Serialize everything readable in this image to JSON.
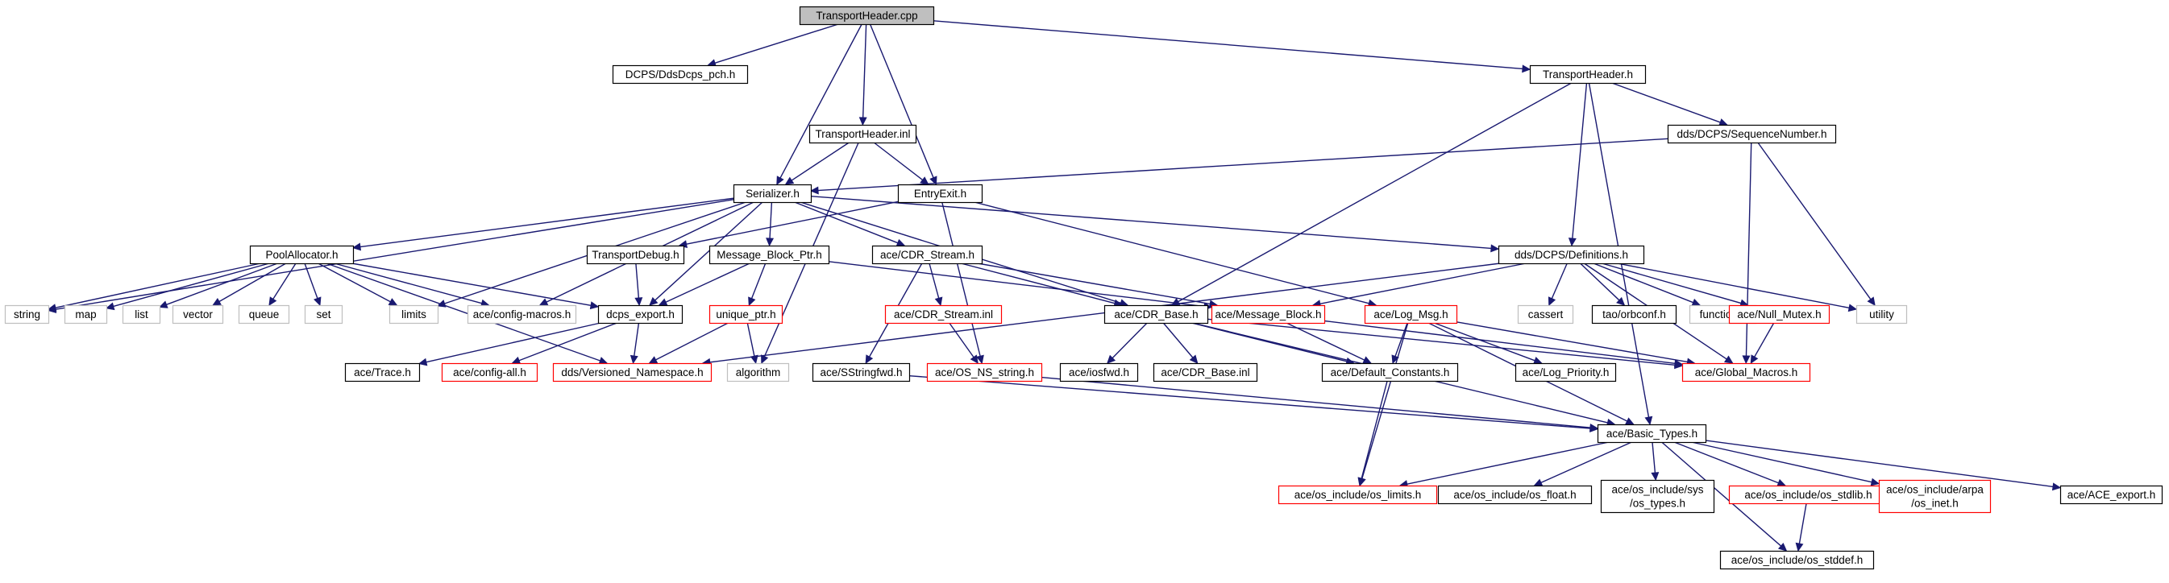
{
  "colors": {
    "edge": "#191970",
    "root_fill": "#bfbfbf",
    "border_normal": "#000000",
    "border_truncated": "#ff0000",
    "border_external": "#bfbfbf",
    "text": "#000000"
  },
  "nodes": [
    {
      "id": "transportheader_cpp",
      "kind": "root",
      "lines": [
        "TransportHeader.cpp"
      ]
    },
    {
      "id": "ddsdcps_pch",
      "kind": "normal",
      "lines": [
        "DCPS/DdsDcps_pch.h"
      ]
    },
    {
      "id": "transportheader_h",
      "kind": "normal",
      "lines": [
        "TransportHeader.h"
      ]
    },
    {
      "id": "transportheader_inl",
      "kind": "normal",
      "lines": [
        "TransportHeader.inl"
      ]
    },
    {
      "id": "sequencenumber_h",
      "kind": "normal",
      "lines": [
        "dds/DCPS/SequenceNumber.h"
      ]
    },
    {
      "id": "serializer_h",
      "kind": "normal",
      "lines": [
        "Serializer.h"
      ]
    },
    {
      "id": "entryexit_h",
      "kind": "normal",
      "lines": [
        "EntryExit.h"
      ]
    },
    {
      "id": "poolallocator_h",
      "kind": "normal",
      "lines": [
        "PoolAllocator.h"
      ]
    },
    {
      "id": "transportdebug_h",
      "kind": "normal",
      "lines": [
        "TransportDebug.h"
      ]
    },
    {
      "id": "message_block_ptr_h",
      "kind": "normal",
      "lines": [
        "Message_Block_Ptr.h"
      ]
    },
    {
      "id": "cdr_stream_h",
      "kind": "normal",
      "lines": [
        "ace/CDR_Stream.h"
      ]
    },
    {
      "id": "definitions_h",
      "kind": "normal",
      "lines": [
        "dds/DCPS/Definitions.h"
      ]
    },
    {
      "id": "string",
      "kind": "external",
      "lines": [
        "string"
      ]
    },
    {
      "id": "map",
      "kind": "external",
      "lines": [
        "map"
      ]
    },
    {
      "id": "list",
      "kind": "external",
      "lines": [
        "list"
      ]
    },
    {
      "id": "vector",
      "kind": "external",
      "lines": [
        "vector"
      ]
    },
    {
      "id": "queue",
      "kind": "external",
      "lines": [
        "queue"
      ]
    },
    {
      "id": "set",
      "kind": "external",
      "lines": [
        "set"
      ]
    },
    {
      "id": "limits",
      "kind": "external",
      "lines": [
        "limits"
      ]
    },
    {
      "id": "config_macros_h",
      "kind": "external",
      "lines": [
        "ace/config-macros.h"
      ]
    },
    {
      "id": "dcps_export_h",
      "kind": "normal",
      "lines": [
        "dcps_export.h"
      ]
    },
    {
      "id": "unique_ptr_h",
      "kind": "truncated",
      "lines": [
        "unique_ptr.h"
      ]
    },
    {
      "id": "cdr_stream_inl",
      "kind": "truncated",
      "lines": [
        "ace/CDR_Stream.inl"
      ]
    },
    {
      "id": "cdr_base_h",
      "kind": "normal",
      "lines": [
        "ace/CDR_Base.h"
      ]
    },
    {
      "id": "message_block_h",
      "kind": "truncated",
      "lines": [
        "ace/Message_Block.h"
      ]
    },
    {
      "id": "log_msg_h",
      "kind": "truncated",
      "lines": [
        "ace/Log_Msg.h"
      ]
    },
    {
      "id": "cassert",
      "kind": "external",
      "lines": [
        "cassert"
      ]
    },
    {
      "id": "orbconf_h",
      "kind": "normal",
      "lines": [
        "tao/orbconf.h"
      ]
    },
    {
      "id": "functional",
      "kind": "external",
      "lines": [
        "functional"
      ]
    },
    {
      "id": "null_mutex_h",
      "kind": "truncated",
      "lines": [
        "ace/Null_Mutex.h"
      ]
    },
    {
      "id": "utility",
      "kind": "external",
      "lines": [
        "utility"
      ]
    },
    {
      "id": "trace_h",
      "kind": "normal",
      "lines": [
        "ace/Trace.h"
      ]
    },
    {
      "id": "config_all_h",
      "kind": "truncated",
      "lines": [
        "ace/config-all.h"
      ]
    },
    {
      "id": "versioned_namespace_h",
      "kind": "truncated",
      "lines": [
        "dds/Versioned_Namespace.h"
      ]
    },
    {
      "id": "algorithm",
      "kind": "external",
      "lines": [
        "algorithm"
      ]
    },
    {
      "id": "sstringfwd_h",
      "kind": "normal",
      "lines": [
        "ace/SStringfwd.h"
      ]
    },
    {
      "id": "os_ns_string_h",
      "kind": "truncated",
      "lines": [
        "ace/OS_NS_string.h"
      ]
    },
    {
      "id": "iosfwd_h",
      "kind": "normal",
      "lines": [
        "ace/iosfwd.h"
      ]
    },
    {
      "id": "cdr_base_inl",
      "kind": "normal",
      "lines": [
        "ace/CDR_Base.inl"
      ]
    },
    {
      "id": "default_constants_h",
      "kind": "normal",
      "lines": [
        "ace/Default_Constants.h"
      ]
    },
    {
      "id": "log_priority_h",
      "kind": "normal",
      "lines": [
        "ace/Log_Priority.h"
      ]
    },
    {
      "id": "global_macros_h",
      "kind": "truncated",
      "lines": [
        "ace/Global_Macros.h"
      ]
    },
    {
      "id": "basic_types_h",
      "kind": "normal",
      "lines": [
        "ace/Basic_Types.h"
      ]
    },
    {
      "id": "os_limits_h",
      "kind": "truncated",
      "lines": [
        "ace/os_include/os_limits.h"
      ]
    },
    {
      "id": "os_float_h",
      "kind": "normal",
      "lines": [
        "ace/os_include/os_float.h"
      ]
    },
    {
      "id": "os_types_h",
      "kind": "normal",
      "lines": [
        "ace/os_include/sys",
        "/os_types.h"
      ]
    },
    {
      "id": "os_stdlib_h",
      "kind": "truncated",
      "lines": [
        "ace/os_include/os_stdlib.h"
      ]
    },
    {
      "id": "os_inet_h",
      "kind": "truncated",
      "lines": [
        "ace/os_include/arpa",
        "/os_inet.h"
      ]
    },
    {
      "id": "ace_export_h",
      "kind": "normal",
      "lines": [
        "ace/ACE_export.h"
      ]
    },
    {
      "id": "os_stddef_h",
      "kind": "normal",
      "lines": [
        "ace/os_include/os_stddef.h"
      ]
    }
  ],
  "edges": [
    [
      "transportheader_cpp",
      "ddsdcps_pch"
    ],
    [
      "transportheader_cpp",
      "transportheader_h"
    ],
    [
      "transportheader_cpp",
      "transportheader_inl"
    ],
    [
      "transportheader_cpp",
      "serializer_h"
    ],
    [
      "transportheader_cpp",
      "entryexit_h"
    ],
    [
      "transportheader_h",
      "sequencenumber_h"
    ],
    [
      "transportheader_h",
      "definitions_h"
    ],
    [
      "transportheader_h",
      "cdr_base_h"
    ],
    [
      "transportheader_h",
      "basic_types_h"
    ],
    [
      "transportheader_inl",
      "serializer_h"
    ],
    [
      "transportheader_inl",
      "entryexit_h"
    ],
    [
      "transportheader_inl",
      "algorithm"
    ],
    [
      "sequencenumber_h",
      "serializer_h"
    ],
    [
      "sequencenumber_h",
      "utility"
    ],
    [
      "sequencenumber_h",
      "global_macros_h"
    ],
    [
      "serializer_h",
      "poolallocator_h"
    ],
    [
      "serializer_h",
      "message_block_ptr_h"
    ],
    [
      "serializer_h",
      "cdr_stream_h"
    ],
    [
      "serializer_h",
      "definitions_h"
    ],
    [
      "serializer_h",
      "string"
    ],
    [
      "serializer_h",
      "limits"
    ],
    [
      "serializer_h",
      "config_macros_h"
    ],
    [
      "serializer_h",
      "dcps_export_h"
    ],
    [
      "serializer_h",
      "cdr_base_h"
    ],
    [
      "entryexit_h",
      "transportdebug_h"
    ],
    [
      "entryexit_h",
      "log_msg_h"
    ],
    [
      "entryexit_h",
      "os_ns_string_h"
    ],
    [
      "poolallocator_h",
      "string"
    ],
    [
      "poolallocator_h",
      "map"
    ],
    [
      "poolallocator_h",
      "list"
    ],
    [
      "poolallocator_h",
      "vector"
    ],
    [
      "poolallocator_h",
      "queue"
    ],
    [
      "poolallocator_h",
      "set"
    ],
    [
      "poolallocator_h",
      "limits"
    ],
    [
      "poolallocator_h",
      "config_macros_h"
    ],
    [
      "poolallocator_h",
      "dcps_export_h"
    ],
    [
      "poolallocator_h",
      "versioned_namespace_h"
    ],
    [
      "transportdebug_h",
      "dcps_export_h"
    ],
    [
      "message_block_ptr_h",
      "unique_ptr_h"
    ],
    [
      "message_block_ptr_h",
      "dcps_export_h"
    ],
    [
      "message_block_ptr_h",
      "message_block_h"
    ],
    [
      "cdr_stream_h",
      "cdr_stream_inl"
    ],
    [
      "cdr_stream_h",
      "sstringfwd_h"
    ],
    [
      "cdr_stream_h",
      "cdr_base_h"
    ],
    [
      "cdr_stream_h",
      "message_block_h"
    ],
    [
      "definitions_h",
      "versioned_namespace_h"
    ],
    [
      "definitions_h",
      "message_block_h"
    ],
    [
      "definitions_h",
      "cassert"
    ],
    [
      "definitions_h",
      "orbconf_h"
    ],
    [
      "definitions_h",
      "functional"
    ],
    [
      "definitions_h",
      "null_mutex_h"
    ],
    [
      "definitions_h",
      "utility"
    ],
    [
      "definitions_h",
      "global_macros_h"
    ],
    [
      "dcps_export_h",
      "trace_h"
    ],
    [
      "dcps_export_h",
      "config_all_h"
    ],
    [
      "dcps_export_h",
      "versioned_namespace_h"
    ],
    [
      "unique_ptr_h",
      "versioned_namespace_h"
    ],
    [
      "unique_ptr_h",
      "algorithm"
    ],
    [
      "cdr_stream_inl",
      "os_ns_string_h"
    ],
    [
      "cdr_base_h",
      "iosfwd_h"
    ],
    [
      "cdr_base_h",
      "cdr_base_inl"
    ],
    [
      "cdr_base_h",
      "default_constants_h"
    ],
    [
      "cdr_base_h",
      "global_macros_h"
    ],
    [
      "cdr_base_h",
      "basic_types_h"
    ],
    [
      "message_block_h",
      "default_constants_h"
    ],
    [
      "message_block_h",
      "global_macros_h"
    ],
    [
      "log_msg_h",
      "default_constants_h"
    ],
    [
      "log_msg_h",
      "log_priority_h"
    ],
    [
      "log_msg_h",
      "global_macros_h"
    ],
    [
      "log_msg_h",
      "basic_types_h"
    ],
    [
      "log_msg_h",
      "os_limits_h"
    ],
    [
      "null_mutex_h",
      "global_macros_h"
    ],
    [
      "sstringfwd_h",
      "basic_types_h"
    ],
    [
      "os_ns_string_h",
      "basic_types_h"
    ],
    [
      "default_constants_h",
      "os_limits_h"
    ],
    [
      "basic_types_h",
      "os_limits_h"
    ],
    [
      "basic_types_h",
      "os_float_h"
    ],
    [
      "basic_types_h",
      "os_types_h"
    ],
    [
      "basic_types_h",
      "os_stdlib_h"
    ],
    [
      "basic_types_h",
      "os_inet_h"
    ],
    [
      "basic_types_h",
      "ace_export_h"
    ],
    [
      "basic_types_h",
      "os_stddef_h"
    ],
    [
      "os_stdlib_h",
      "os_stddef_h"
    ]
  ]
}
